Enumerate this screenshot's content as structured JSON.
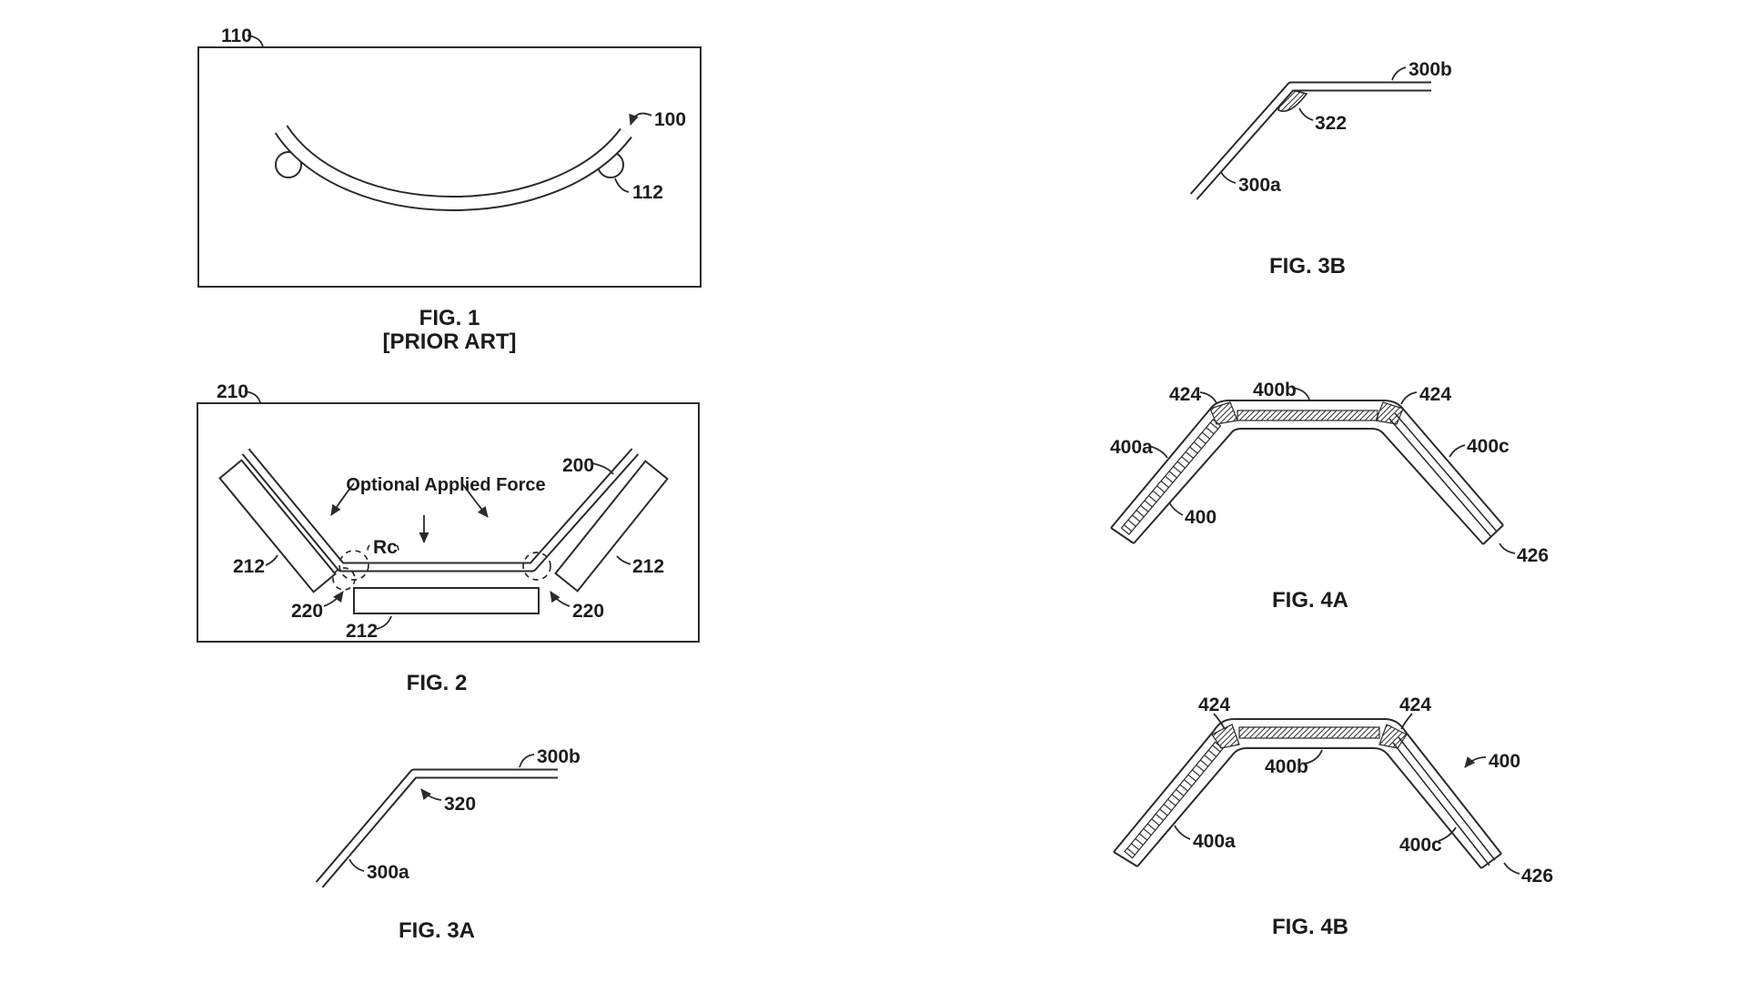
{
  "sheet": {
    "kind": "patent-figure-sheet",
    "background": "#ffffff",
    "line_color": "#2b2b2b"
  },
  "fig1": {
    "caption": "FIG. 1",
    "caption2": "[PRIOR ART]",
    "ref_box": "110",
    "ref_beam": "100",
    "ref_support": "112"
  },
  "fig2": {
    "caption": "FIG. 2",
    "ref_box": "210",
    "ref_strip": "200",
    "force_label": "Optional Applied Force",
    "radius_label": "Rc",
    "ref_bar_left": "212",
    "ref_bar_right": "212",
    "ref_bar_bottom": "212",
    "ref_bend_left": "220",
    "ref_bend_right": "220"
  },
  "fig3a": {
    "caption": "FIG. 3A",
    "ref_arm_a": "300a",
    "ref_arm_b": "300b",
    "ref_bend": "320"
  },
  "fig3b": {
    "caption": "FIG. 3B",
    "ref_arm_a": "300a",
    "ref_arm_b": "300b",
    "ref_bend": "322"
  },
  "fig4a": {
    "caption": "FIG. 4A",
    "ref_whole": "400",
    "ref_arm_a": "400a",
    "ref_arm_b": "400b",
    "ref_arm_c": "400c",
    "ref_bend_left": "424",
    "ref_bend_right": "424",
    "ref_tip": "426"
  },
  "fig4b": {
    "caption": "FIG. 4B",
    "ref_whole": "400",
    "ref_arm_a": "400a",
    "ref_arm_b": "400b",
    "ref_arm_c": "400c",
    "ref_bend_left": "424",
    "ref_bend_right": "424",
    "ref_tip": "426"
  }
}
